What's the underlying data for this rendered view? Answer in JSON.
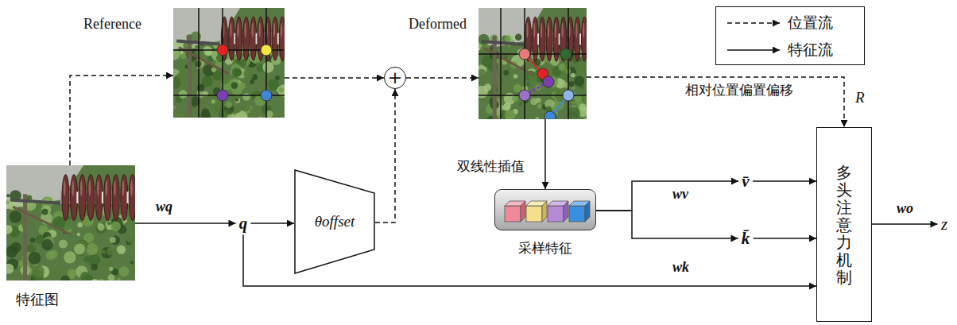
{
  "diagram": {
    "nodes": [
      {
        "text": [
          "特征图"
        ]
      },
      {
        "text": [
          "Reference"
        ]
      },
      {
        "text": [
          "+"
        ]
      },
      {
        "text": [
          "Deformed"
        ]
      },
      {
        "text": [
          "q"
        ]
      },
      {
        "text": [
          "θoffset"
        ]
      },
      {
        "text": [
          "采样特征"
        ]
      },
      {
        "text": [
          "v̄"
        ]
      },
      {
        "text": [
          "k̄"
        ]
      },
      {
        "text": [
          "多头注意力机制"
        ]
      },
      {
        "text": [
          "z"
        ]
      }
    ],
    "edges": [
      {
        "from": 0,
        "to": 1,
        "arrow": "to"
      },
      {
        "from": 1,
        "to": 2,
        "arrow": "to"
      },
      {
        "from": 5,
        "to": 2,
        "arrow": "to"
      },
      {
        "from": 2,
        "to": 3,
        "arrow": "to"
      },
      {
        "from": 3,
        "to": 9,
        "arrow": "to",
        "label": "R"
      },
      {
        "from": 0,
        "to": 4,
        "arrow": "to",
        "label": "wq"
      },
      {
        "from": 4,
        "to": 5,
        "arrow": "to"
      },
      {
        "from": 4,
        "to": 9,
        "arrow": "to"
      },
      {
        "from": 3,
        "to": 6,
        "arrow": "to",
        "label": "双线性插值"
      },
      {
        "from": 6,
        "to": 7,
        "arrow": "to",
        "label": "wv"
      },
      {
        "from": 6,
        "to": 8,
        "arrow": "to",
        "label": "wk"
      },
      {
        "from": 7,
        "to": 9,
        "arrow": "to"
      },
      {
        "from": 8,
        "to": 9,
        "arrow": "to"
      },
      {
        "from": 9,
        "to": 10,
        "arrow": "to",
        "label": "wo"
      }
    ],
    "labels": [
      "相对位置偏置偏移"
    ],
    "legend": [
      {
        "text": "位置流"
      },
      {
        "text": "特征流"
      }
    ]
  }
}
